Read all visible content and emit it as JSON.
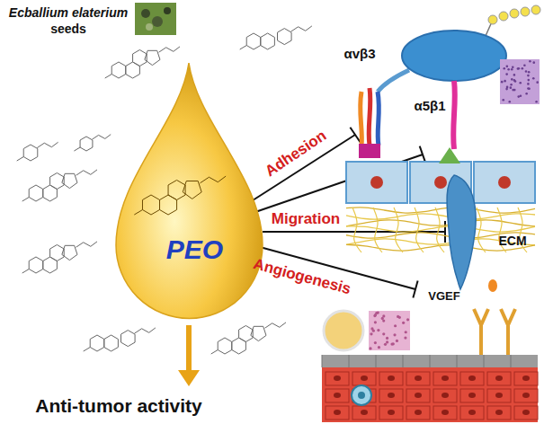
{
  "diagram": {
    "nodes": [
      {
        "text": [
          "PEO"
        ]
      }
    ],
    "labels": [
      "Ecballium elaterium",
      "seeds",
      "αvβ3",
      "α5β1",
      "Adhesion",
      "ECM",
      "Migration",
      "Angiogenesis",
      "VGEF",
      "Anti-tumor activity"
    ]
  }
}
